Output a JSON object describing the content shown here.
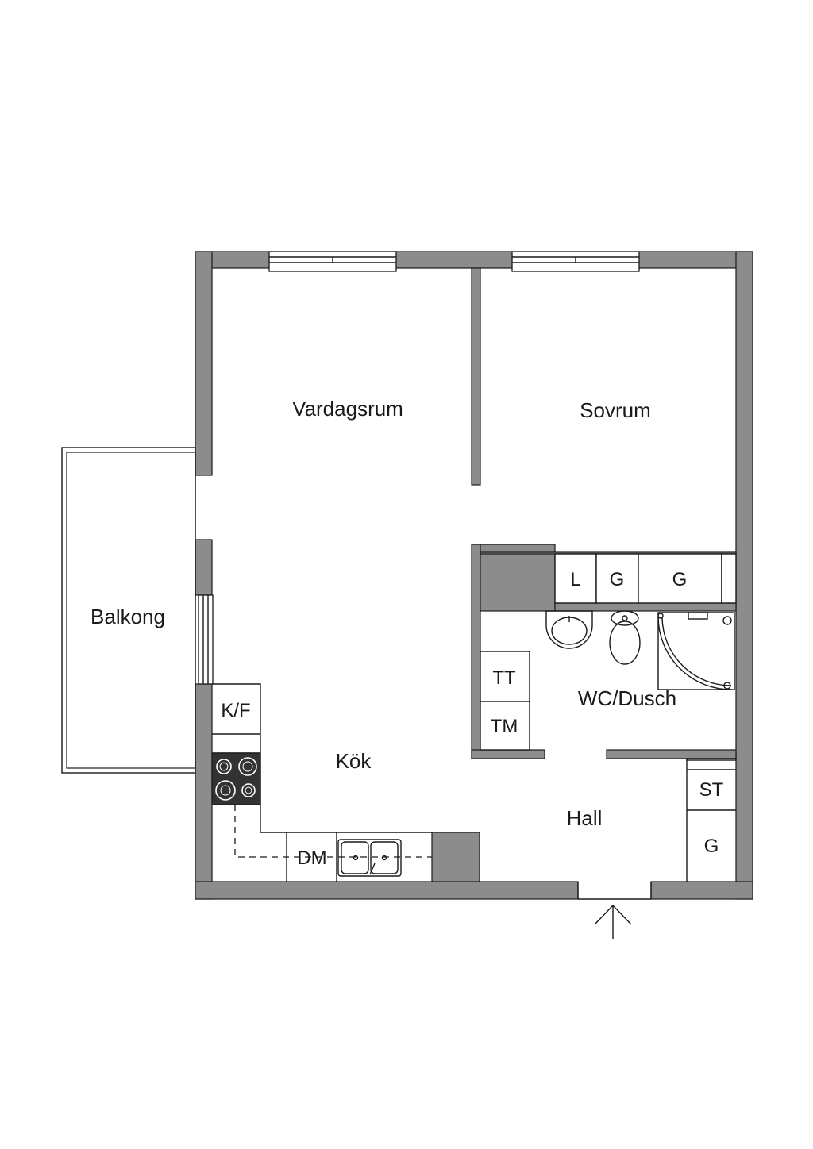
{
  "rooms": {
    "vardagsrum": "Vardagsrum",
    "sovrum": "Sovrum",
    "balkong": "Balkong",
    "kok": "Kök",
    "wc_dusch": "WC/Dusch",
    "hall": "Hall"
  },
  "fixtures": {
    "kf": "K/F",
    "dm": "DM",
    "tt": "TT",
    "tm": "TM",
    "st": "ST",
    "hall_g": "G",
    "wardrobe_l": "L",
    "wardrobe_g1": "G",
    "wardrobe_g2": "G"
  },
  "colors": {
    "wall": "#8c8c8c",
    "line": "#1a1a1a",
    "stove": "#333333"
  }
}
